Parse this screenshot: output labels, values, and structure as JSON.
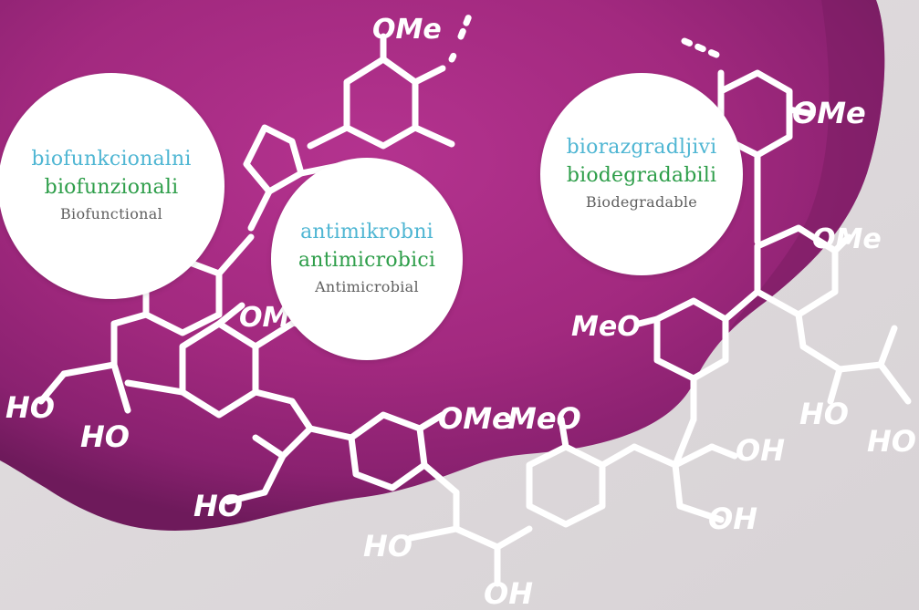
{
  "colors": {
    "slovenian_text": "#4fb6d3",
    "italian_text": "#2e9e4a",
    "english_text": "#606060",
    "bubble_fill": "#ffffff",
    "ink_stain": "#a1287f",
    "chemical_strokes": "#ffffff",
    "paper": "#e0dcde"
  },
  "bubbles": [
    {
      "slovenian": "biofunkcionalni",
      "italian": "biofunzionali",
      "english": "Biofunctional"
    },
    {
      "slovenian": "antimikrobni",
      "italian": "antimicrobici",
      "english": "Antimicrobial"
    },
    {
      "slovenian": "biorazgradljivi",
      "italian": "biodegradabili",
      "english": "Biodegradable"
    }
  ],
  "chemical_labels": {
    "ome_top": "OMe",
    "ome_upper_right": "OMe",
    "ome_right": "OMe",
    "ome_center": "OMe",
    "ome_mid": "OMe",
    "meo_mid": "MeO",
    "meo_right": "MeO",
    "ho_left": "HO",
    "ho_left_low": "HO",
    "ho_bottom_left": "HO",
    "ho_bottom_mid": "HO",
    "oh_bottom": "OH",
    "oh_bottom_right": "OH",
    "oh_right": "OH",
    "ho_far_right": "HO",
    "ho_far_right_low": "HO"
  }
}
